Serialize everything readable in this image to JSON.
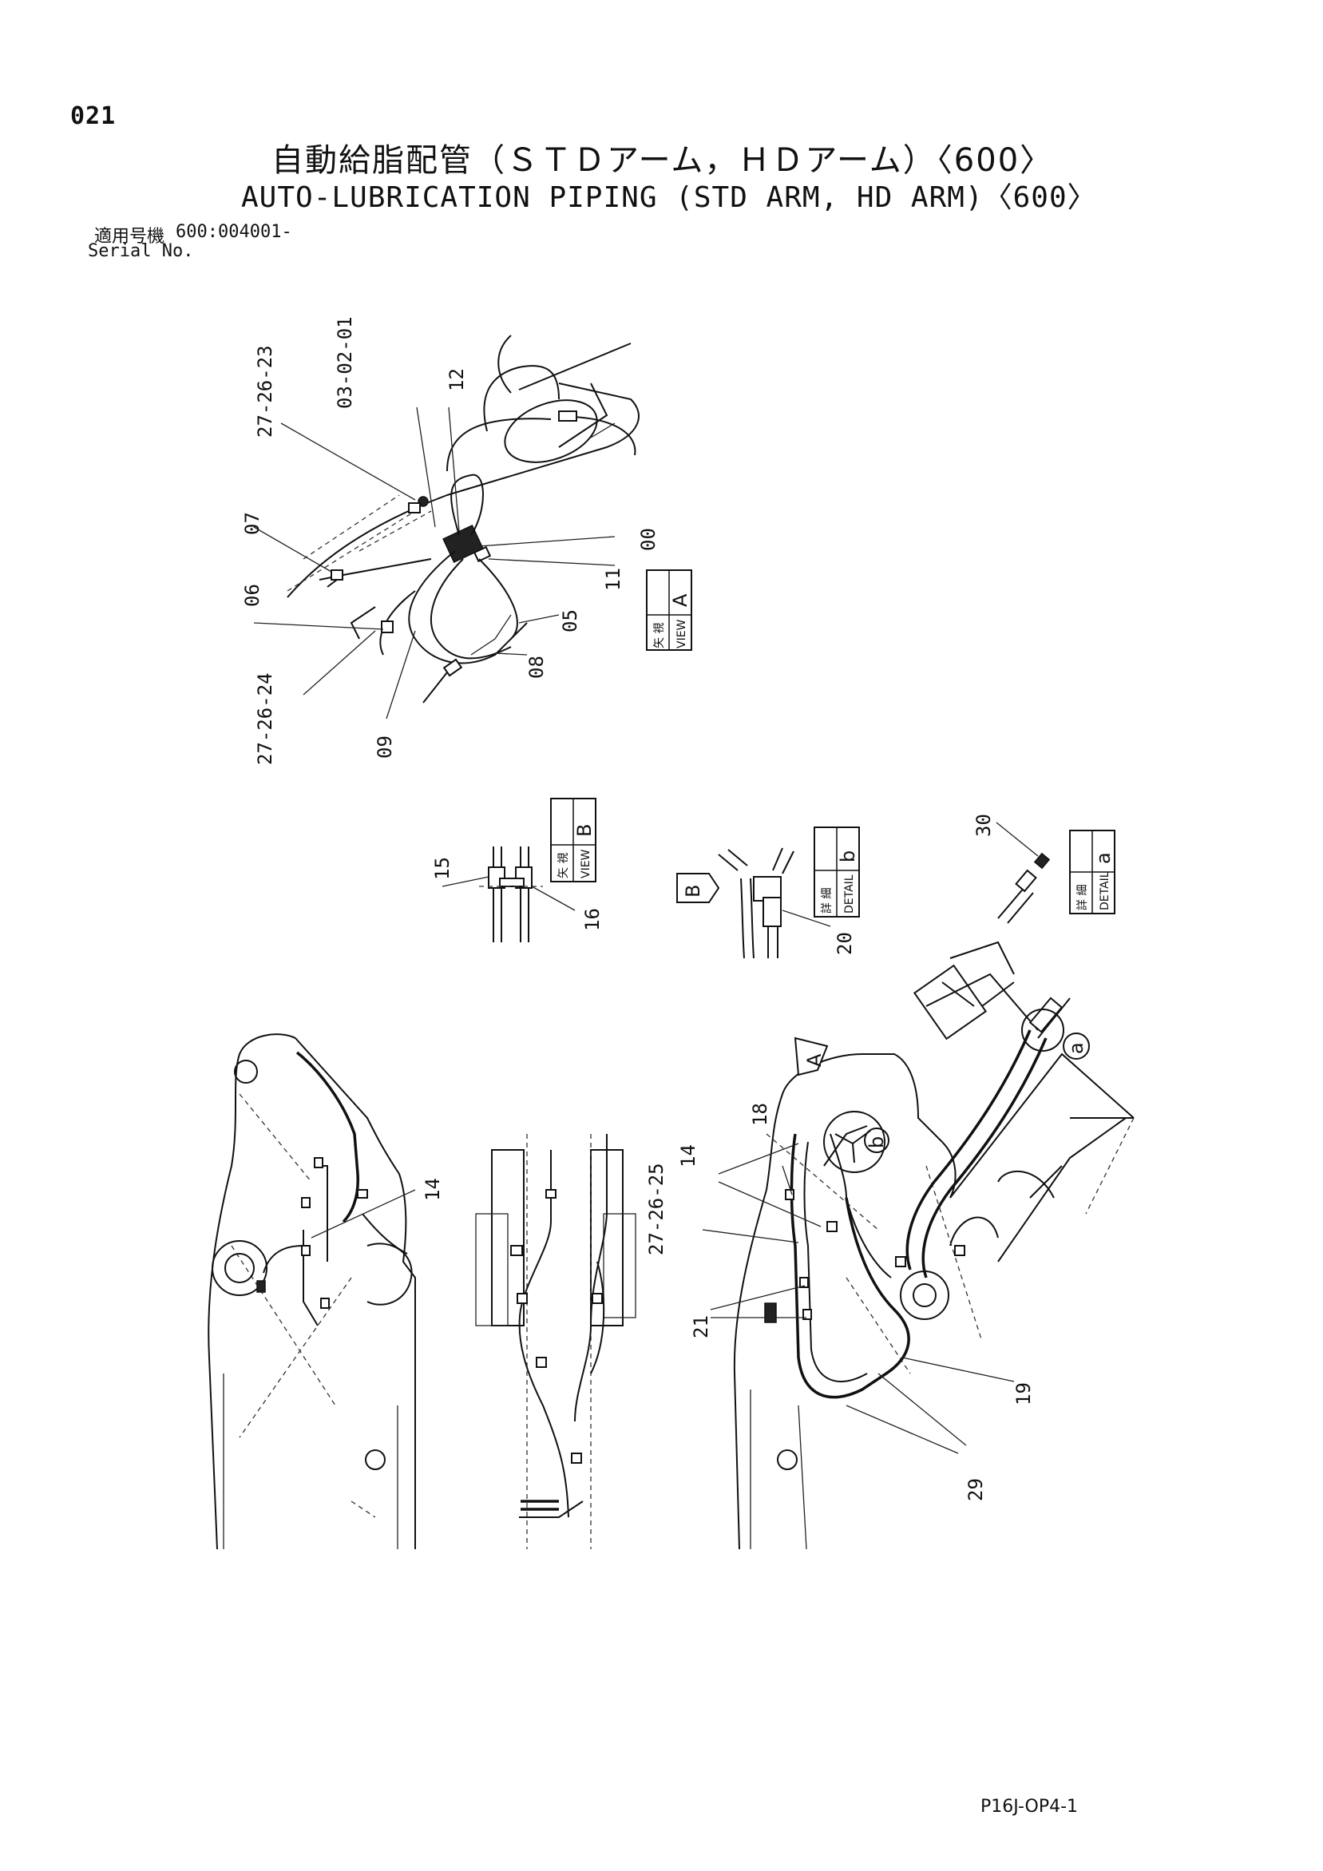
{
  "header": {
    "page_number": "021",
    "title_jp": "自動給脂配管（ＳＴＤアーム，ＨＤアーム）〈600〉",
    "title_en": "AUTO-LUBRICATION PIPING (STD ARM, HD ARM)〈600〉",
    "serial_label_jp": "適用号機",
    "serial_value": "600:004001-",
    "serial_label_en": "Serial No."
  },
  "views": {
    "view_a": {
      "jp": "矢 視",
      "en": "VIEW",
      "letter": "A"
    },
    "view_b": {
      "jp": "矢 視",
      "en": "VIEW",
      "letter": "B"
    },
    "detail_b": {
      "jp": "詳 細",
      "en": "DETAIL",
      "letter": "b"
    },
    "detail_a": {
      "jp": "詳 細",
      "en": "DETAIL",
      "letter": "a"
    }
  },
  "markers": {
    "view_arrow_a": "A",
    "view_arrow_b": "B",
    "detail_circle_a": "a",
    "detail_circle_b": "b"
  },
  "callouts": {
    "c03_02_01": "03-02-01",
    "c12": "12",
    "c27_26_23": "27-26-23",
    "c07": "07",
    "c00": "00",
    "c11": "11",
    "c06": "06",
    "c05": "05",
    "c08": "08",
    "c27_26_24": "27-26-24",
    "c09": "09",
    "c15": "15",
    "c16": "16",
    "c20": "20",
    "c30": "30",
    "c14_left": "14",
    "c14_right": "14",
    "c18": "18",
    "c27_26_25": "27-26-25",
    "c21": "21",
    "c19": "19",
    "c29": "29"
  },
  "footer": {
    "code": "P16J-OP4-1"
  }
}
